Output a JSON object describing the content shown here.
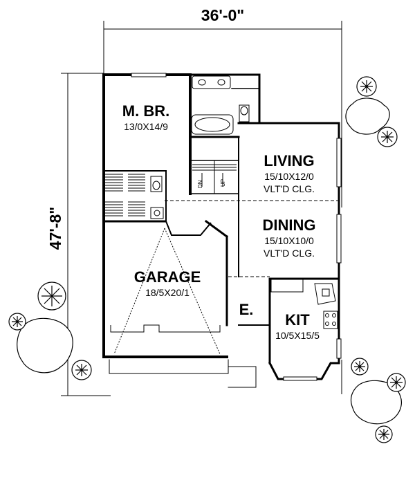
{
  "dimensions": {
    "width": "36'-0\"",
    "depth": "47'-8\""
  },
  "rooms": {
    "master": {
      "name": "M. BR.",
      "size": "13/0X14/9"
    },
    "living": {
      "name": "LIVING",
      "size": "15/10X12/0",
      "note": "VLT'D CLG."
    },
    "dining": {
      "name": "DINING",
      "size": "15/10X10/0",
      "note": "VLT'D CLG."
    },
    "garage": {
      "name": "GARAGE",
      "size": "18/5X20/1"
    },
    "kitchen": {
      "name": "KIT",
      "size": "10/5X15/5"
    },
    "entry": {
      "name": "E."
    }
  },
  "stairs": {
    "down": "DN",
    "up": "UP"
  }
}
